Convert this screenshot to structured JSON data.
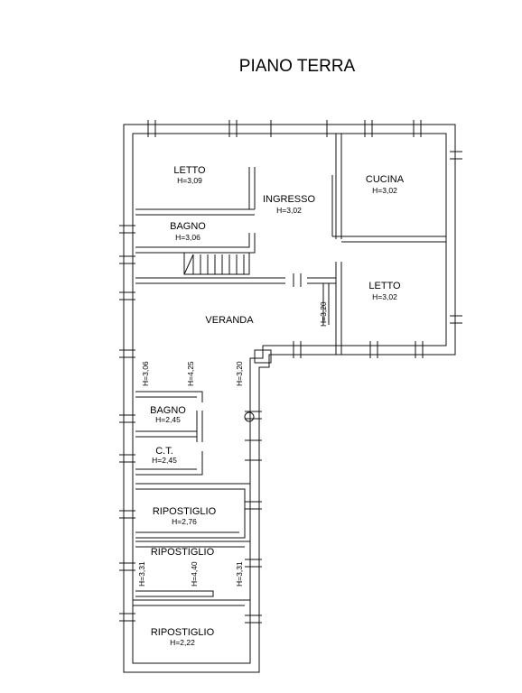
{
  "plan": {
    "title": "PIANO TERRA",
    "rooms": [
      {
        "name": "LETTO",
        "height": "H=3,09"
      },
      {
        "name": "INGRESSO",
        "height": "H=3,02"
      },
      {
        "name": "CUCINA",
        "height": "H=3,02"
      },
      {
        "name": "BAGNO",
        "height": "H=3,06"
      },
      {
        "name": "LETTO",
        "height": "H=3,02"
      },
      {
        "name": "VERANDA",
        "height": ""
      },
      {
        "name": "BAGNO",
        "height": "H=2,45"
      },
      {
        "name": "C.T.",
        "height": "H=2,45"
      },
      {
        "name": "RIPOSTIGLIO",
        "height": "H=2,76"
      },
      {
        "name": "RIPOSTIGLIO",
        "height": ""
      },
      {
        "name": "RIPOSTIGLIO",
        "height": "H=2,22"
      }
    ],
    "vertical_heights": [
      "H=3,20",
      "H=3,06",
      "H=4,25",
      "H=3,20",
      "H=3,31",
      "H=4,40",
      "H=3,31"
    ]
  }
}
